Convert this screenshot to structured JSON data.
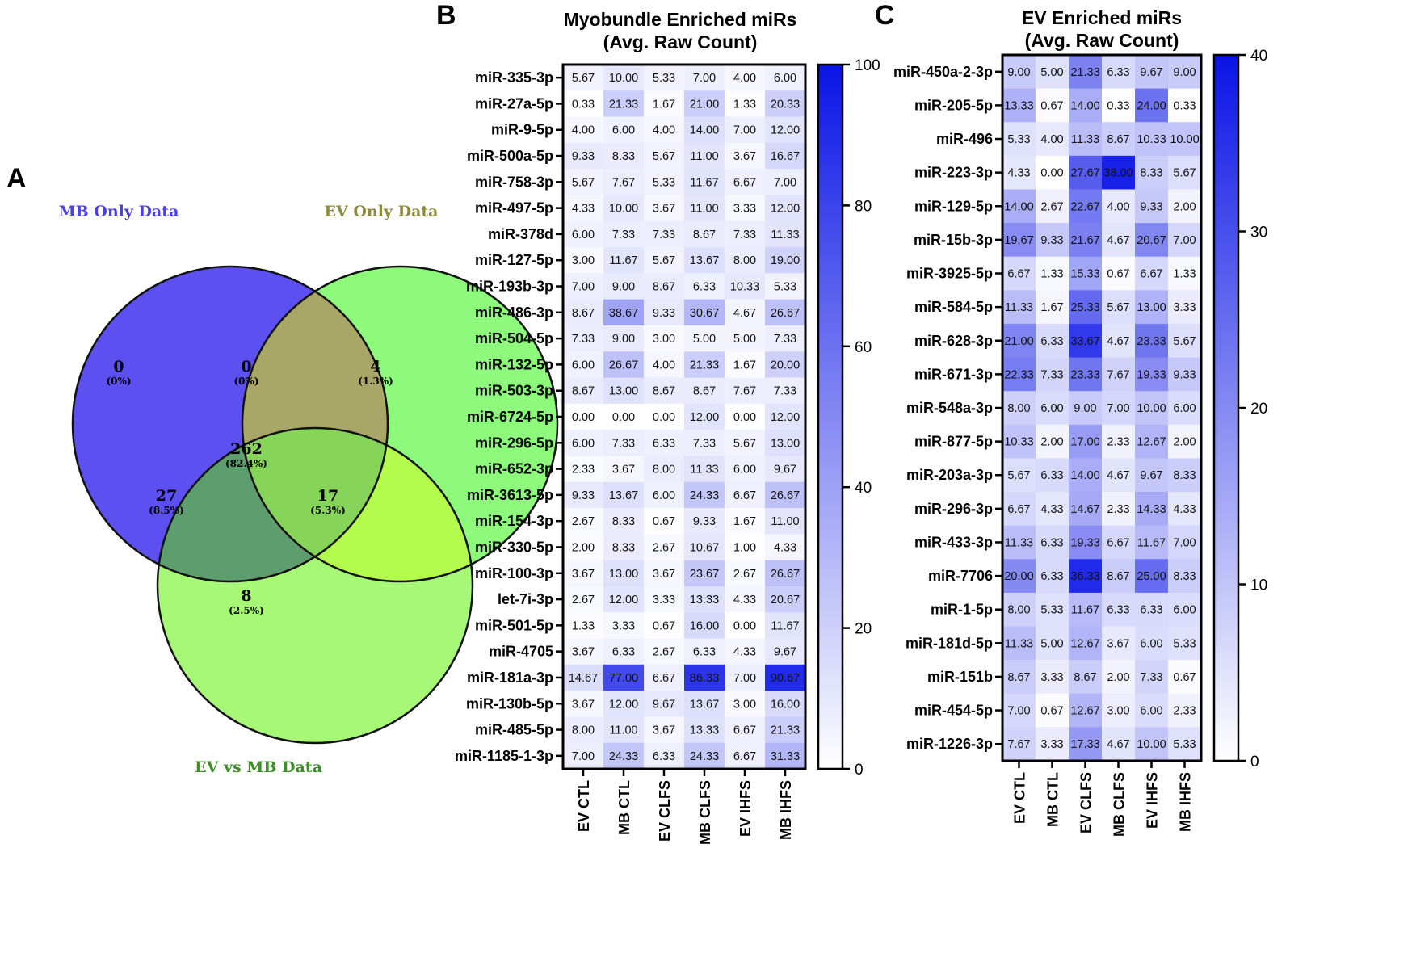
{
  "panel_a": {
    "letter": "A",
    "labels": {
      "mb": "MB Only Data",
      "ev": "EV Only Data",
      "evmb": "EV vs MB Data"
    },
    "colors": {
      "mb": "#5c50f0",
      "ev": "#8dfa7c",
      "evmb": "#a8f878",
      "mb_ev": "#a9a768",
      "mb_evmb": "#5e9d6e",
      "ev_evmb": "#b3fb4c",
      "all": "#87d45a",
      "mb_label": "#4b3fe6",
      "ev_label": "#8e8a3c",
      "evmb_label": "#3f8f2a"
    },
    "regions": {
      "mb_only": {
        "count": "0",
        "pct": "(0%)"
      },
      "ev_only": {
        "count": "4",
        "pct": "(1.3%)"
      },
      "mb_ev": {
        "count": "0",
        "pct": "(0%)"
      },
      "all": {
        "count": "262",
        "pct": "(82.4%)"
      },
      "mb_evmb": {
        "count": "27",
        "pct": "(8.5%)"
      },
      "ev_evmb": {
        "count": "17",
        "pct": "(5.3%)"
      },
      "evmb_only": {
        "count": "8",
        "pct": "(2.5%)"
      }
    }
  },
  "chart_data": [
    {
      "type": "heatmap",
      "letter": "B",
      "title": [
        "Myobundle Enriched miRs",
        "(Avg. Raw Count)"
      ],
      "columns": [
        "EV CTL",
        "MB CTL",
        "EV CLFS",
        "MB CLFS",
        "EV IHFS",
        "MB IHFS"
      ],
      "rows": [
        "miR-335-3p",
        "miR-27a-5p",
        "miR-9-5p",
        "miR-500a-5p",
        "miR-758-3p",
        "miR-497-5p",
        "miR-378d",
        "miR-127-5p",
        "miR-193b-3p",
        "miR-486-3p",
        "miR-504-5p",
        "miR-132-5p",
        "miR-503-3p",
        "miR-6724-5p",
        "miR-296-5p",
        "miR-652-3p",
        "miR-3613-5p",
        "miR-154-3p",
        "miR-330-5p",
        "miR-100-3p",
        "let-7i-3p",
        "miR-501-5p",
        "miR-4705",
        "miR-181a-3p",
        "miR-130b-5p",
        "miR-485-5p",
        "miR-1185-1-3p"
      ],
      "values": [
        [
          "5.67",
          "10.00",
          "5.33",
          "7.00",
          "4.00",
          "6.00"
        ],
        [
          "0.33",
          "21.33",
          "1.67",
          "21.00",
          "1.33",
          "20.33"
        ],
        [
          "4.00",
          "6.00",
          "4.00",
          "14.00",
          "7.00",
          "12.00"
        ],
        [
          "9.33",
          "8.33",
          "5.67",
          "11.00",
          "3.67",
          "16.67"
        ],
        [
          "5.67",
          "7.67",
          "5.33",
          "11.67",
          "6.67",
          "7.00"
        ],
        [
          "4.33",
          "10.00",
          "3.67",
          "11.00",
          "3.33",
          "12.00"
        ],
        [
          "6.00",
          "7.33",
          "7.33",
          "8.67",
          "7.33",
          "11.33"
        ],
        [
          "3.00",
          "11.67",
          "5.67",
          "13.67",
          "8.00",
          "19.00"
        ],
        [
          "7.00",
          "9.00",
          "8.67",
          "6.33",
          "10.33",
          "5.33"
        ],
        [
          "8.67",
          "38.67",
          "9.33",
          "30.67",
          "4.67",
          "26.67"
        ],
        [
          "7.33",
          "9.00",
          "3.00",
          "5.00",
          "5.00",
          "7.33"
        ],
        [
          "6.00",
          "26.67",
          "4.00",
          "21.33",
          "1.67",
          "20.00"
        ],
        [
          "8.67",
          "13.00",
          "8.67",
          "8.67",
          "7.67",
          "7.33"
        ],
        [
          "0.00",
          "0.00",
          "0.00",
          "12.00",
          "0.00",
          "12.00"
        ],
        [
          "6.00",
          "7.33",
          "6.33",
          "7.33",
          "5.67",
          "13.00"
        ],
        [
          "2.33",
          "3.67",
          "8.00",
          "11.33",
          "6.00",
          "9.67"
        ],
        [
          "9.33",
          "13.67",
          "6.00",
          "24.33",
          "6.67",
          "26.67"
        ],
        [
          "2.67",
          "8.33",
          "0.67",
          "9.33",
          "1.67",
          "11.00"
        ],
        [
          "2.00",
          "8.33",
          "2.67",
          "10.67",
          "1.00",
          "4.33"
        ],
        [
          "3.67",
          "13.00",
          "3.67",
          "23.67",
          "2.67",
          "26.67"
        ],
        [
          "2.67",
          "12.00",
          "3.33",
          "13.33",
          "4.33",
          "20.67"
        ],
        [
          "1.33",
          "3.33",
          "0.67",
          "16.00",
          "0.00",
          "11.67"
        ],
        [
          "3.67",
          "6.33",
          "2.67",
          "6.33",
          "4.33",
          "9.67"
        ],
        [
          "14.67",
          "77.00",
          "6.67",
          "86.33",
          "7.00",
          "90.67"
        ],
        [
          "3.67",
          "12.00",
          "9.67",
          "13.67",
          "3.00",
          "16.00"
        ],
        [
          "8.00",
          "11.00",
          "3.67",
          "13.33",
          "6.67",
          "21.33"
        ],
        [
          "7.00",
          "24.33",
          "6.33",
          "24.33",
          "6.67",
          "31.33"
        ]
      ],
      "colorbar": {
        "min": 0,
        "max": 100,
        "ticks": [
          "0",
          "20",
          "40",
          "60",
          "80",
          "100"
        ],
        "low_color": "#ffffff",
        "high_color": "#0a14e6"
      }
    },
    {
      "type": "heatmap",
      "letter": "C",
      "title": [
        "EV Enriched miRs",
        "(Avg. Raw Count)"
      ],
      "columns": [
        "EV CTL",
        "MB CTL",
        "EV CLFS",
        "MB CLFS",
        "EV IHFS",
        "MB IHFS"
      ],
      "rows": [
        "miR-450a-2-3p",
        "miR-205-5p",
        "miR-496",
        "miR-223-3p",
        "miR-129-5p",
        "miR-15b-3p",
        "miR-3925-5p",
        "miR-584-5p",
        "miR-628-3p",
        "miR-671-3p",
        "miR-548a-3p",
        "miR-877-5p",
        "miR-203a-3p",
        "miR-296-3p",
        "miR-433-3p",
        "miR-7706",
        "miR-1-5p",
        "miR-181d-5p",
        "miR-151b",
        "miR-454-5p",
        "miR-1226-3p"
      ],
      "values": [
        [
          "9.00",
          "5.00",
          "21.33",
          "6.33",
          "9.67",
          "9.00"
        ],
        [
          "13.33",
          "0.67",
          "14.00",
          "0.33",
          "24.00",
          "0.33"
        ],
        [
          "5.33",
          "4.00",
          "11.33",
          "8.67",
          "10.33",
          "10.00"
        ],
        [
          "4.33",
          "0.00",
          "27.67",
          "38.00",
          "8.33",
          "5.67"
        ],
        [
          "14.00",
          "2.67",
          "22.67",
          "4.00",
          "9.33",
          "2.00"
        ],
        [
          "19.67",
          "9.33",
          "21.67",
          "4.67",
          "20.67",
          "7.00"
        ],
        [
          "6.67",
          "1.33",
          "15.33",
          "0.67",
          "6.67",
          "1.33"
        ],
        [
          "11.33",
          "1.67",
          "25.33",
          "5.67",
          "13.00",
          "3.33"
        ],
        [
          "21.00",
          "6.33",
          "33.67",
          "4.67",
          "23.33",
          "5.67"
        ],
        [
          "22.33",
          "7.33",
          "23.33",
          "7.67",
          "19.33",
          "9.33"
        ],
        [
          "8.00",
          "6.00",
          "9.00",
          "7.00",
          "10.00",
          "6.00"
        ],
        [
          "10.33",
          "2.00",
          "17.00",
          "2.33",
          "12.67",
          "2.00"
        ],
        [
          "5.67",
          "6.33",
          "14.00",
          "4.67",
          "9.67",
          "8.33"
        ],
        [
          "6.67",
          "4.33",
          "14.67",
          "2.33",
          "14.33",
          "4.33"
        ],
        [
          "11.33",
          "6.33",
          "19.33",
          "6.67",
          "11.67",
          "7.00"
        ],
        [
          "20.00",
          "6.33",
          "36.33",
          "8.67",
          "25.00",
          "8.33"
        ],
        [
          "8.00",
          "5.33",
          "11.67",
          "6.33",
          "6.33",
          "6.00"
        ],
        [
          "11.33",
          "5.00",
          "12.67",
          "3.67",
          "6.00",
          "5.33"
        ],
        [
          "8.67",
          "3.33",
          "8.67",
          "2.00",
          "7.33",
          "0.67"
        ],
        [
          "7.00",
          "0.67",
          "12.67",
          "3.00",
          "6.00",
          "2.33"
        ],
        [
          "7.67",
          "3.33",
          "17.33",
          "4.67",
          "10.00",
          "5.33"
        ]
      ],
      "colorbar": {
        "min": 0,
        "max": 40,
        "ticks": [
          "0",
          "10",
          "20",
          "30",
          "40"
        ],
        "low_color": "#ffffff",
        "high_color": "#0a14e6"
      }
    }
  ]
}
